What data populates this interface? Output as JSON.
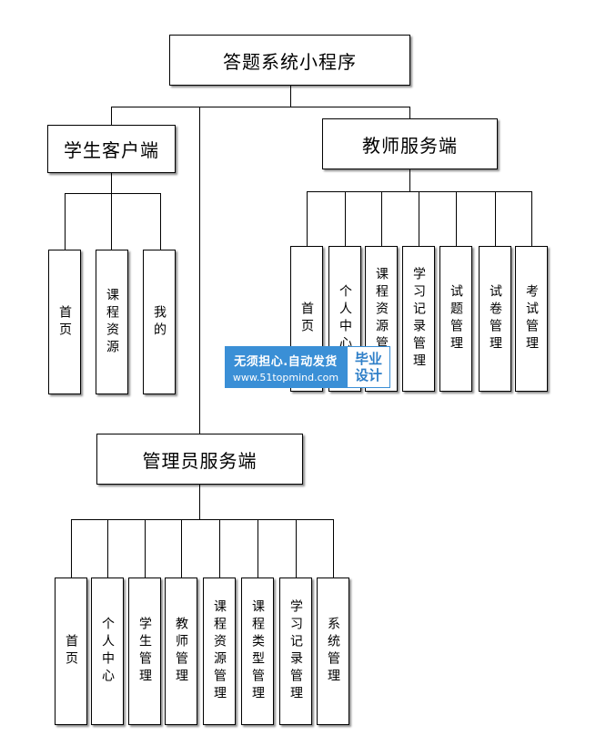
{
  "root": "答题系统小程序",
  "student": {
    "title": "学生客户端",
    "items": [
      "首页",
      "课程资源",
      "我的"
    ]
  },
  "teacher": {
    "title": "教师服务端",
    "items": [
      "首页",
      "个人中心",
      "课程资源管理",
      "学习记录管理",
      "试题管理",
      "试卷管理",
      "考试管理"
    ]
  },
  "admin": {
    "title": "管理员服务端",
    "items": [
      "首页",
      "个人中心",
      "学生管理",
      "教师管理",
      "课程资源管理",
      "课程类型管理",
      "学习记录管理",
      "系统管理"
    ]
  },
  "watermark": {
    "line1": "无须担心.自动发货",
    "line2": "www.51topmind.com",
    "badge_line1": "毕业",
    "badge_line2": "设计"
  }
}
